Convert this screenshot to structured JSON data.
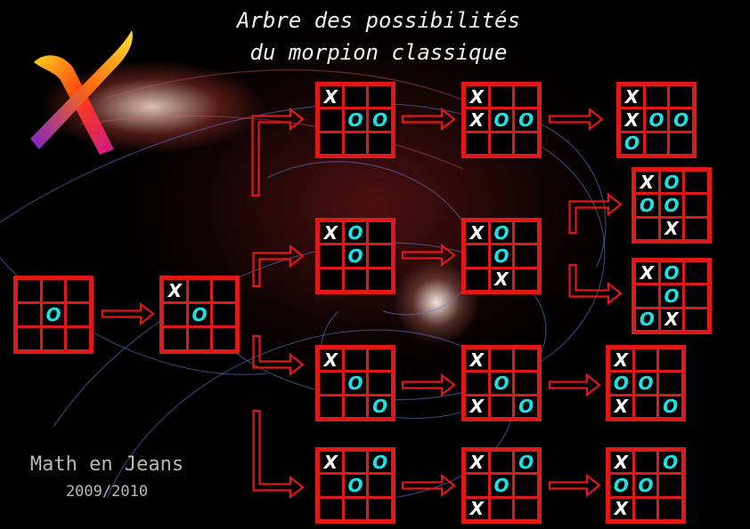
{
  "title": {
    "line1": "Arbre des possibilités",
    "line2": "du morpion classique"
  },
  "credit": {
    "line1": "Math en Jeans",
    "line2": "2009/2010"
  },
  "logo": {
    "symbol": "X",
    "icon": "x-logo-icon"
  },
  "colors": {
    "grid": "#e01818",
    "x_mark": "#ffffff",
    "o_mark": "#19e3e6",
    "background": "#000000"
  },
  "boards": [
    {
      "id": "b1",
      "cells": [
        "",
        "",
        "",
        "",
        "O",
        "",
        "",
        "",
        ""
      ]
    },
    {
      "id": "b2",
      "cells": [
        "X",
        "",
        "",
        "",
        "O",
        "",
        "",
        "",
        ""
      ]
    },
    {
      "id": "b3a",
      "cells": [
        "X",
        "",
        "",
        "",
        "O",
        "O",
        "",
        "",
        ""
      ]
    },
    {
      "id": "b4a",
      "cells": [
        "X",
        "",
        "",
        "X",
        "O",
        "O",
        "",
        "",
        ""
      ]
    },
    {
      "id": "b5a",
      "cells": [
        "X",
        "",
        "",
        "X",
        "O",
        "O",
        "O",
        "",
        ""
      ]
    },
    {
      "id": "b3b",
      "cells": [
        "X",
        "O",
        "",
        "",
        "O",
        "",
        "",
        "",
        ""
      ]
    },
    {
      "id": "b4b",
      "cells": [
        "X",
        "O",
        "",
        "",
        "O",
        "",
        "",
        "X",
        ""
      ]
    },
    {
      "id": "b5b1",
      "cells": [
        "X",
        "O",
        "",
        "O",
        "O",
        "",
        "",
        "X",
        ""
      ]
    },
    {
      "id": "b5b2",
      "cells": [
        "X",
        "O",
        "",
        "",
        "O",
        "",
        "O",
        "X",
        ""
      ]
    },
    {
      "id": "b3c",
      "cells": [
        "X",
        "",
        "",
        "",
        "O",
        "",
        "",
        "",
        "O"
      ]
    },
    {
      "id": "b4c",
      "cells": [
        "X",
        "",
        "",
        "",
        "O",
        "",
        "X",
        "",
        "O"
      ]
    },
    {
      "id": "b5c",
      "cells": [
        "X",
        "",
        "",
        "O",
        "O",
        "",
        "X",
        "",
        "O"
      ]
    },
    {
      "id": "b3d",
      "cells": [
        "X",
        "",
        "O",
        "",
        "O",
        "",
        "",
        "",
        ""
      ]
    },
    {
      "id": "b4d",
      "cells": [
        "X",
        "",
        "O",
        "",
        "O",
        "",
        "X",
        "",
        ""
      ]
    },
    {
      "id": "b5d",
      "cells": [
        "X",
        "",
        "O",
        "O",
        "O",
        "",
        "X",
        "",
        ""
      ]
    }
  ],
  "connections": [
    [
      "b1",
      "b2"
    ],
    [
      "b2",
      "b3a"
    ],
    [
      "b2",
      "b3b"
    ],
    [
      "b2",
      "b3c"
    ],
    [
      "b2",
      "b3d"
    ],
    [
      "b3a",
      "b4a"
    ],
    [
      "b4a",
      "b5a"
    ],
    [
      "b3b",
      "b4b"
    ],
    [
      "b4b",
      "b5b1"
    ],
    [
      "b4b",
      "b5b2"
    ],
    [
      "b3c",
      "b4c"
    ],
    [
      "b4c",
      "b5c"
    ],
    [
      "b3d",
      "b4d"
    ],
    [
      "b4d",
      "b5d"
    ]
  ]
}
